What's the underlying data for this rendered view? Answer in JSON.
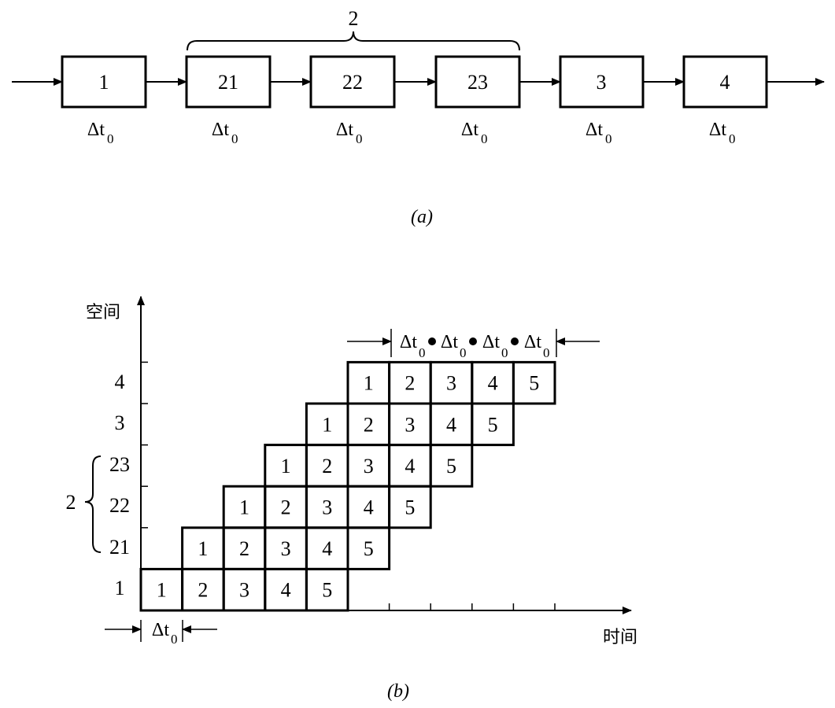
{
  "part_a": {
    "stages": [
      {
        "label": "1",
        "time_main": "Δt",
        "time_sub": "0"
      },
      {
        "label": "21",
        "time_main": "Δt",
        "time_sub": "0"
      },
      {
        "label": "22",
        "time_main": "Δt",
        "time_sub": "0"
      },
      {
        "label": "23",
        "time_main": "Δt",
        "time_sub": "0"
      },
      {
        "label": "3",
        "time_main": "Δt",
        "time_sub": "0"
      },
      {
        "label": "4",
        "time_main": "Δt",
        "time_sub": "0"
      }
    ],
    "group_label": "2",
    "caption": "(a)"
  },
  "part_b": {
    "y_axis_title": "空间",
    "x_axis_title": "时间",
    "row_labels": [
      "1",
      "21",
      "22",
      "23",
      "3",
      "4"
    ],
    "group_label": "2",
    "tasks": [
      "1",
      "2",
      "3",
      "4",
      "5"
    ],
    "bottom_interval": {
      "main": "Δt",
      "sub": "0"
    },
    "top_intervals": [
      {
        "main": "Δt",
        "sub": "0"
      },
      {
        "main": "Δt",
        "sub": "0"
      },
      {
        "main": "Δt",
        "sub": "0"
      },
      {
        "main": "Δt",
        "sub": "0"
      }
    ],
    "caption": "(b)"
  }
}
